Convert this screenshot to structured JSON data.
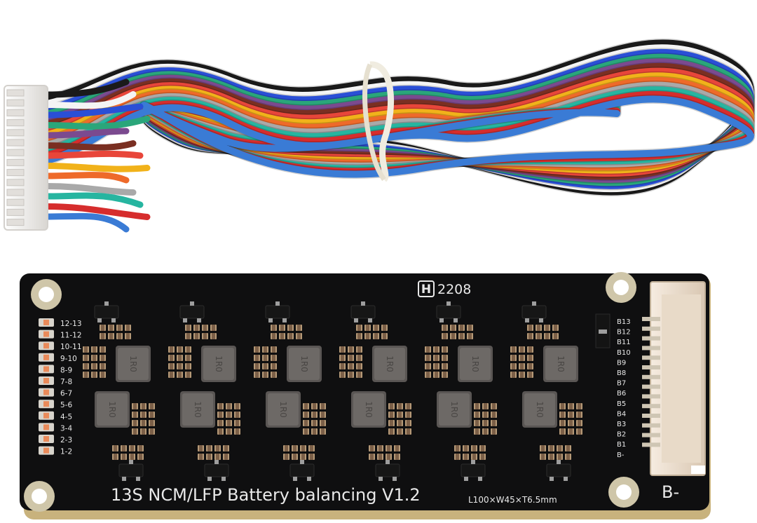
{
  "board": {
    "title": "13S NCM/LFP Battery balancing V1.2",
    "dimensions": "L100×W45×T6.5mm",
    "date_code": "2208",
    "date_code_logo": "H",
    "minus_label": "B-",
    "pin_labels": [
      "B13",
      "B12",
      "B11",
      "B10",
      "B9",
      "B8",
      "B7",
      "B6",
      "B5",
      "B4",
      "B3",
      "B2",
      "B1",
      "B-"
    ],
    "led_labels": [
      "12-13",
      "11-12",
      "10-11",
      "9-10",
      "8-9",
      "7-8",
      "6-7",
      "5-6",
      "4-5",
      "3-4",
      "2-3",
      "1-2"
    ],
    "inductor_marking": "1R0",
    "colors": {
      "pcb": "#0f0f10",
      "edge": "#b9a772",
      "connector": "#efe3d2"
    }
  },
  "harness": {
    "wire_colors": [
      "#1a1a1a",
      "#f4f4f4",
      "#2a4fd6",
      "#2aa67a",
      "#7b4a8f",
      "#7a2f22",
      "#e8463a",
      "#f1b21a",
      "#ee6a2a",
      "#a9a9a9",
      "#26b5a0",
      "#d62d2d",
      "#3a7bd5"
    ],
    "connector_color": "#f3f1ee"
  }
}
